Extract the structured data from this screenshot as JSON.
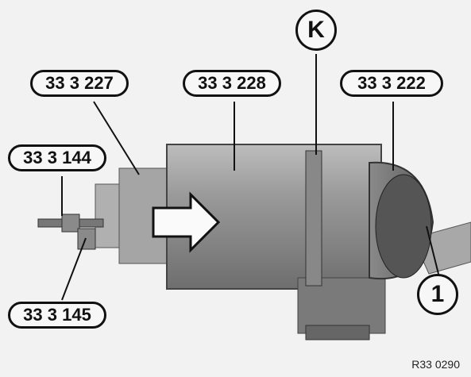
{
  "callouts": {
    "k": "K",
    "tool_333222": "33 3 222",
    "tool_333227": "33 3 227",
    "tool_333228": "33 3 228",
    "tool_333144": "33 3 144",
    "tool_333145": "33 3 145",
    "item_1": "1"
  },
  "figure_ref": "R33 0290"
}
